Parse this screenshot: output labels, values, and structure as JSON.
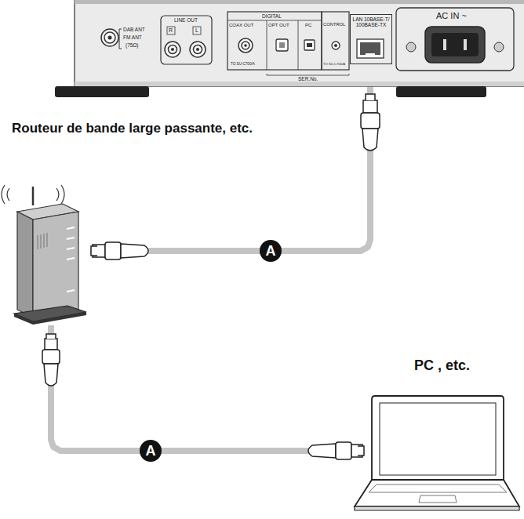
{
  "diagram": {
    "nodes": [
      {
        "text": [
          "LAN 10BASE-T/ 100BASE-TX"
        ]
      },
      {
        "text": [
          "Routeur de bande large passante, etc."
        ]
      },
      {
        "text": [
          "PC , etc."
        ]
      }
    ],
    "edges": [
      {
        "from": 0,
        "to": 1,
        "arrow": "none",
        "label": "A"
      },
      {
        "from": 1,
        "to": 2,
        "arrow": "none",
        "label": "A"
      }
    ],
    "labels": [
      "DAB ANT",
      "FM ANT",
      "(75Ω)",
      "LINE OUT",
      "R",
      "L",
      "DIGITAL",
      "COAX OUT",
      "OPT OUT",
      "PC",
      "TO SU-C700/A",
      "CONTROL",
      "TO SU-C700/A",
      "SER.No.",
      "AC IN ~"
    ]
  }
}
